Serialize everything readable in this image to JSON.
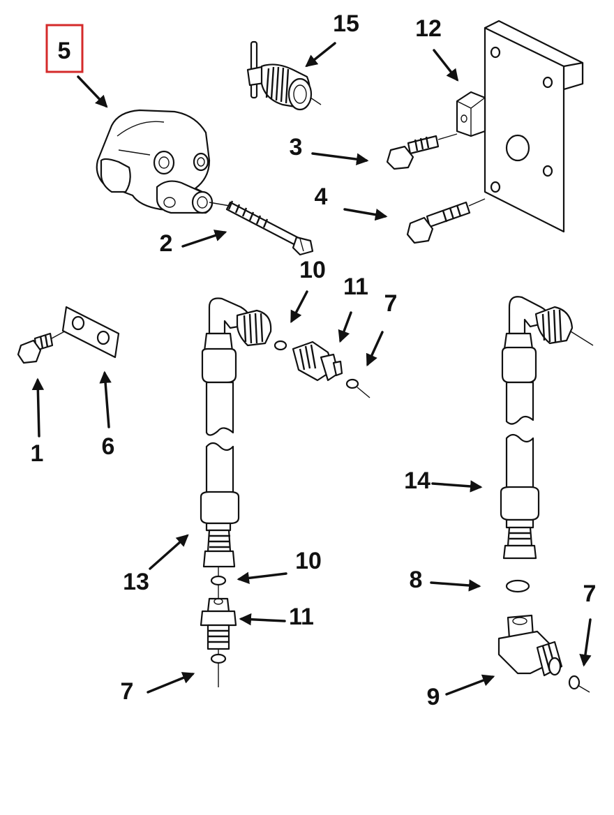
{
  "diagram": {
    "highlight_color": "#d42a2a",
    "callouts": {
      "c1": "1",
      "c2": "2",
      "c3": "3",
      "c4": "4",
      "c5": "5",
      "c6": "6",
      "c7a": "7",
      "c7b": "7",
      "c7c": "7",
      "c8": "8",
      "c9": "9",
      "c10a": "10",
      "c10b": "10",
      "c11a": "11",
      "c11b": "11",
      "c12": "12",
      "c13": "13",
      "c14": "14",
      "c15": "15"
    }
  }
}
